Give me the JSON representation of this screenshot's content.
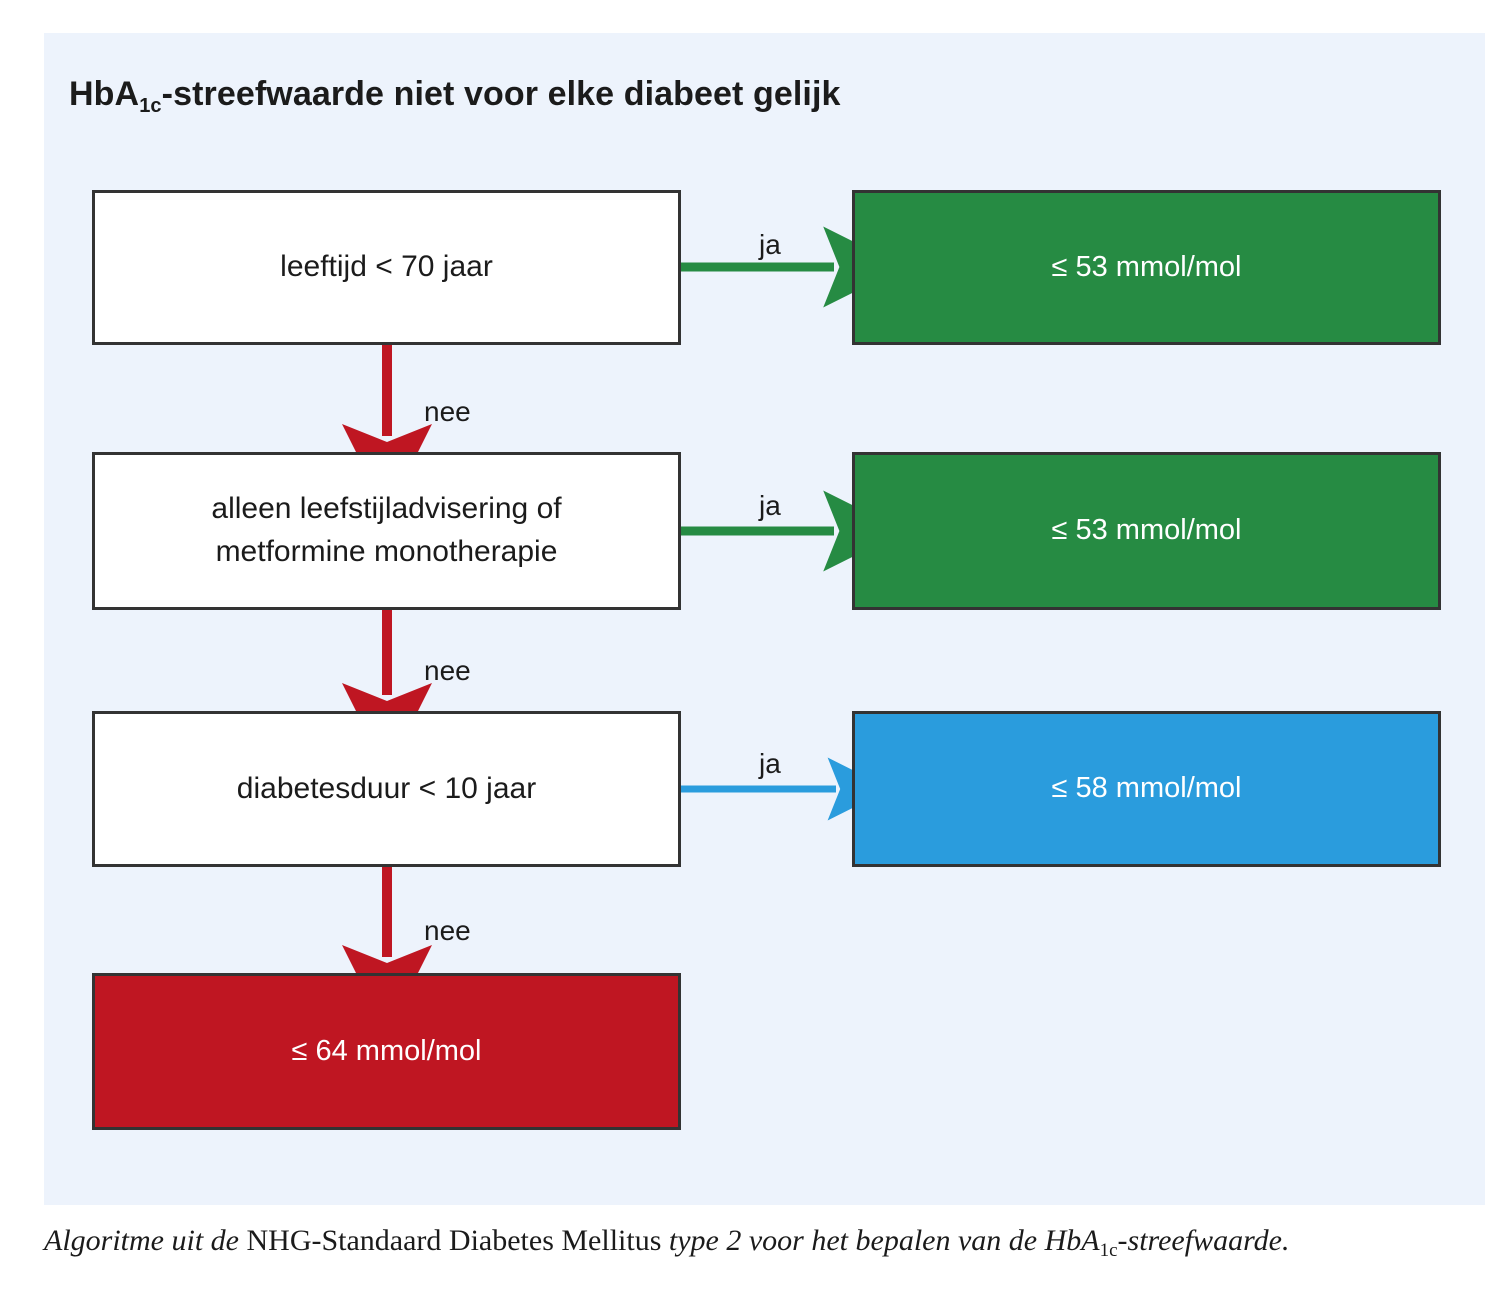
{
  "figure": {
    "title_main": "HbA",
    "title_sub": "1c",
    "title_rest": "-streefwaarde niet voor elke diabeet gelijk",
    "background_color": "#edf3fc",
    "border_color": "#333333"
  },
  "colors": {
    "green": "#268b43",
    "blue": "#2a9cdd",
    "red": "#bf1622",
    "white": "#ffffff",
    "panel": "#edf3fc",
    "outline": "#333333"
  },
  "nodes": {
    "age": {
      "label": "leeftijd < 70 jaar",
      "type": "decision"
    },
    "lifestyle": {
      "line1": "alleen leefstijladvisering of",
      "line2": "metformine monotherapie",
      "type": "decision"
    },
    "duration": {
      "label": "diabetesduur < 10 jaar",
      "type": "decision"
    },
    "result_53_a": {
      "label": "≤ 53 mmol/mol",
      "type": "outcome",
      "color": "#268b43"
    },
    "result_53_b": {
      "label": "≤ 53 mmol/mol",
      "type": "outcome",
      "color": "#268b43"
    },
    "result_58": {
      "label": "≤ 58 mmol/mol",
      "type": "outcome",
      "color": "#2a9cdd"
    },
    "result_64": {
      "label": "≤ 64 mmol/mol",
      "type": "outcome",
      "color": "#bf1622"
    }
  },
  "edges": {
    "ja_1": "ja",
    "ja_2": "ja",
    "ja_3": "ja",
    "nee_1": "nee",
    "nee_2": "nee",
    "nee_3": "nee"
  },
  "caption": {
    "part1": "Algoritme uit de ",
    "part2": "NHG-Standaard Diabetes Mellitus",
    "part3": " type 2 voor het bepalen van de HbA",
    "sub": "1c",
    "part4": "-streefwaarde."
  },
  "chart_data": {
    "type": "flowchart",
    "title": "HbA1c-streefwaarde niet voor elke diabeet gelijk",
    "nodes": [
      {
        "id": "age",
        "text": "leeftijd < 70 jaar",
        "kind": "decision",
        "fill": "#ffffff"
      },
      {
        "id": "lifestyle",
        "text": "alleen leefstijladvisering of metformine monotherapie",
        "kind": "decision",
        "fill": "#ffffff"
      },
      {
        "id": "duration",
        "text": "diabetesduur < 10 jaar",
        "kind": "decision",
        "fill": "#ffffff"
      },
      {
        "id": "result_53_a",
        "text": "≤ 53 mmol/mol",
        "kind": "outcome",
        "fill": "#268b43"
      },
      {
        "id": "result_53_b",
        "text": "≤ 53 mmol/mol",
        "kind": "outcome",
        "fill": "#268b43"
      },
      {
        "id": "result_58",
        "text": "≤ 58 mmol/mol",
        "kind": "outcome",
        "fill": "#2a9cdd"
      },
      {
        "id": "result_64",
        "text": "≤ 64 mmol/mol",
        "kind": "outcome",
        "fill": "#bf1622"
      }
    ],
    "edges": [
      {
        "from": "age",
        "to": "result_53_a",
        "label": "ja",
        "color": "#268b43"
      },
      {
        "from": "age",
        "to": "lifestyle",
        "label": "nee",
        "color": "#bf1622"
      },
      {
        "from": "lifestyle",
        "to": "result_53_b",
        "label": "ja",
        "color": "#268b43"
      },
      {
        "from": "lifestyle",
        "to": "duration",
        "label": "nee",
        "color": "#bf1622"
      },
      {
        "from": "duration",
        "to": "result_58",
        "label": "ja",
        "color": "#2a9cdd"
      },
      {
        "from": "duration",
        "to": "result_64",
        "label": "nee",
        "color": "#bf1622"
      }
    ]
  }
}
